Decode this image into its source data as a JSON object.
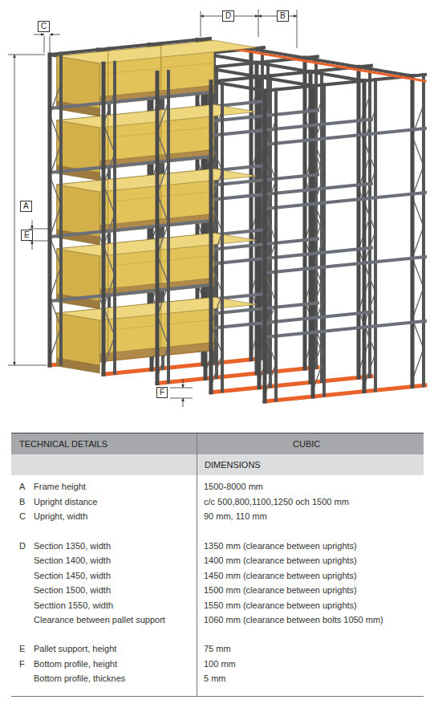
{
  "diagram": {
    "nodes": [
      {
        "text": [
          "D"
        ]
      },
      {
        "text": [
          "B"
        ]
      },
      {
        "text": [
          "C"
        ]
      },
      {
        "text": [
          "A"
        ]
      },
      {
        "text": [
          "E"
        ]
      },
      {
        "text": [
          "F"
        ]
      },
      {
        "text": [
          "TECHNICAL DETAILS",
          "CUBIC"
        ]
      },
      {
        "text": [
          "DIMENSIONS"
        ]
      }
    ],
    "labels": [
      "A",
      "Frame height",
      "1500-8000 mm",
      "B",
      "Upright distance",
      "c/c 500,800,1100,1250 och 1500 mm",
      "C",
      "Upright, width",
      "90 mm, 110 mm",
      "D",
      "Section 1350, width",
      "1350 mm (clearance between uprights)",
      "Section 1400, width",
      "1400 mm (clearance between uprights)",
      "Section 1450, width",
      "1450 mm (clearance between uprights)",
      "Section 1500, width",
      "1500 mm (clearance between uprights)",
      "Secttion 1550, width",
      "1550 mm (clearance between uprights)",
      "Clearance between pallet support",
      "1060 mm (clearance between bolts 1050 mm)",
      "E",
      "Pallet support, height",
      "75 mm",
      "F",
      "Bottom profile, height",
      "100 mm",
      "Bottom profile, thicknes",
      "5 mm"
    ]
  }
}
